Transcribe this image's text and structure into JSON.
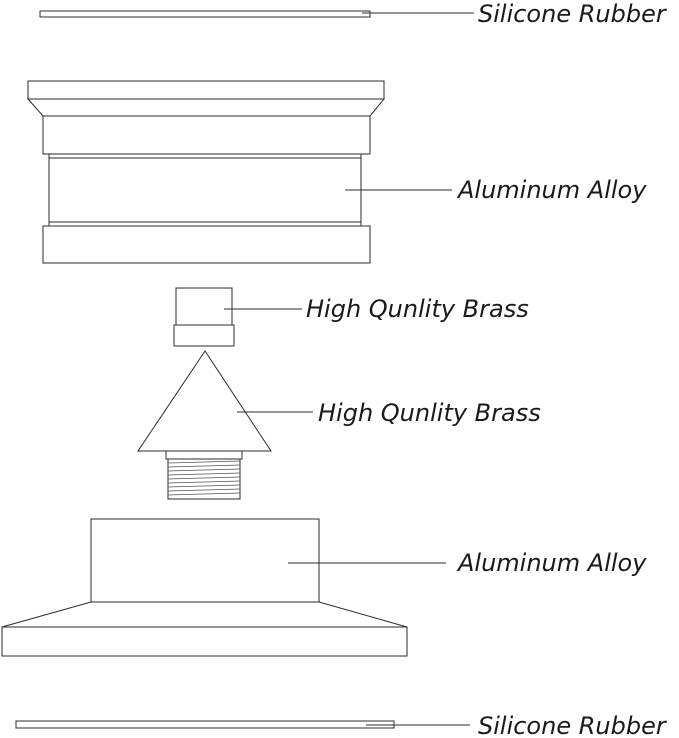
{
  "labels": {
    "top_gasket": "Silicone Rubber",
    "upper_housing": "Aluminum Alloy",
    "brass_cap": "High Qunlity Brass",
    "brass_cone": "High Qunlity Brass",
    "lower_base": "Aluminum Alloy",
    "bottom_gasket": "Silicone Rubber"
  }
}
